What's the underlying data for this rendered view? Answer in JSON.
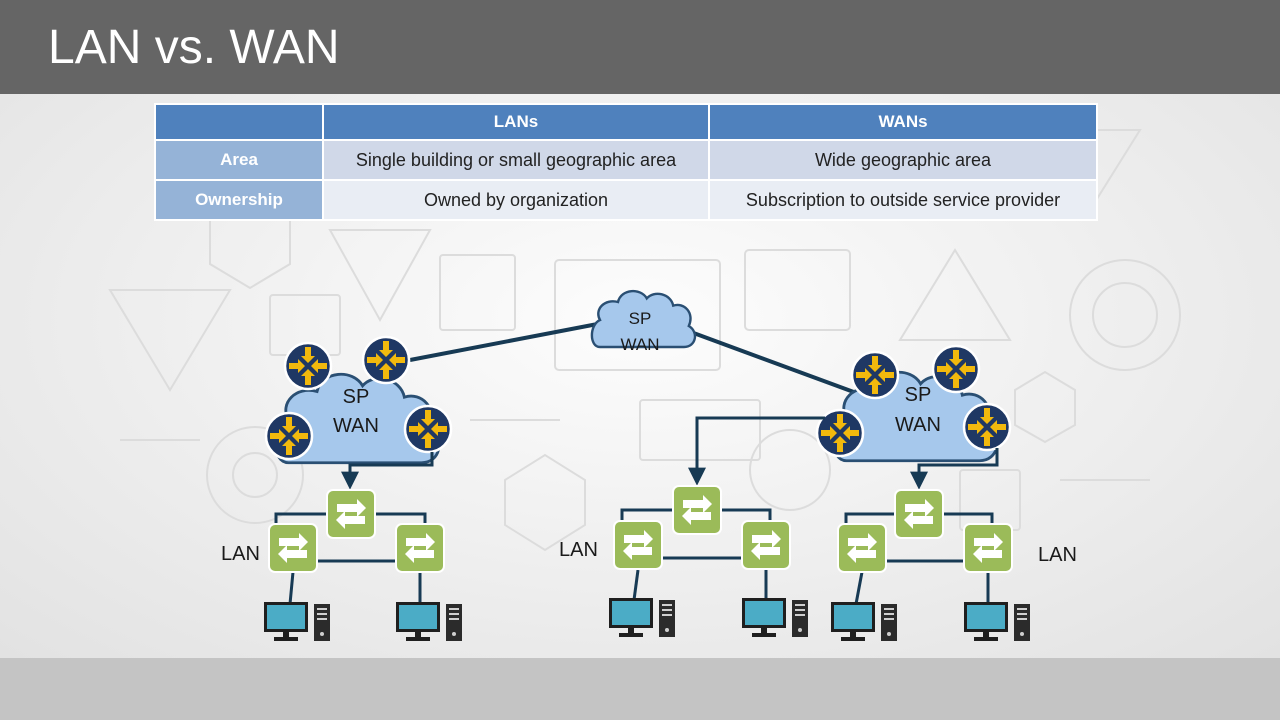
{
  "slide": {
    "title": "LAN vs. WAN"
  },
  "table": {
    "headers": [
      "",
      "LANs",
      "WANs"
    ],
    "rows": [
      {
        "label": "Area",
        "lan": "Single building or small geographic area",
        "wan": "Wide geographic area"
      },
      {
        "label": "Ownership",
        "lan": "Owned by organization",
        "wan": "Subscription to outside service provider"
      }
    ]
  },
  "diagram": {
    "center_cloud": {
      "line1": "SP",
      "line2": "WAN"
    },
    "left_cloud": {
      "line1": "SP",
      "line2": "WAN"
    },
    "right_cloud": {
      "line1": "SP",
      "line2": "WAN"
    },
    "lan_labels": [
      "LAN",
      "LAN",
      "LAN"
    ]
  },
  "colors": {
    "title_bar": "#656565",
    "table_header": "#4f81bd",
    "table_row_header": "#95b3d7",
    "cloud_fill": "#a6c8ec",
    "router_fill": "#1f3864",
    "router_arrow": "#f2b90d",
    "switch_fill": "#9bbb59",
    "link_line": "#173a54",
    "monitor_screen": "#4bacc6"
  }
}
